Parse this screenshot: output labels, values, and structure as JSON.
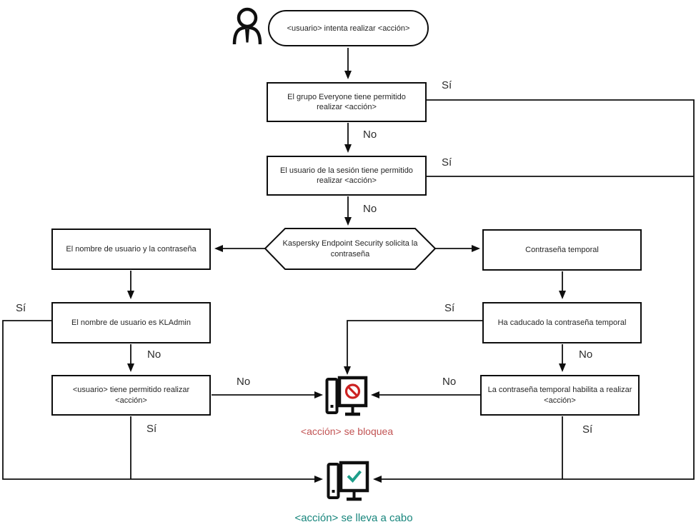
{
  "diagram": {
    "start_label": "<usuario> intenta realizar <acción>",
    "labels": {
      "yes": "Sí",
      "no": "No"
    },
    "nodes": {
      "everyone_allowed": "El grupo Everyone tiene permitido realizar <acción>",
      "session_user_allowed": "El usuario de la sesión tiene permitido realizar <acción>",
      "kes_prompts_password": "Kaspersky Endpoint Security solicita la contraseña",
      "username_and_password": "El nombre de usuario y la contraseña",
      "temporary_password": "Contraseña temporal",
      "username_is_kladmin": "El nombre de usuario es KLAdmin",
      "user_allowed_action": "<usuario> tiene permitido realizar <acción>",
      "temp_password_expired": "Ha caducado la contraseña temporal",
      "temp_password_enables": "La contraseña temporal habilita a realizar <acción>"
    },
    "outcomes": {
      "blocked": "<acción> se bloquea",
      "allowed": "<acción> se lleva a cabo"
    },
    "colors": {
      "blocked_text": "#c25454",
      "blocked_icon": "#cc2222",
      "allowed_text": "#17857c",
      "allowed_icon": "#1d9e8a",
      "line": "#0f0f0f"
    }
  }
}
